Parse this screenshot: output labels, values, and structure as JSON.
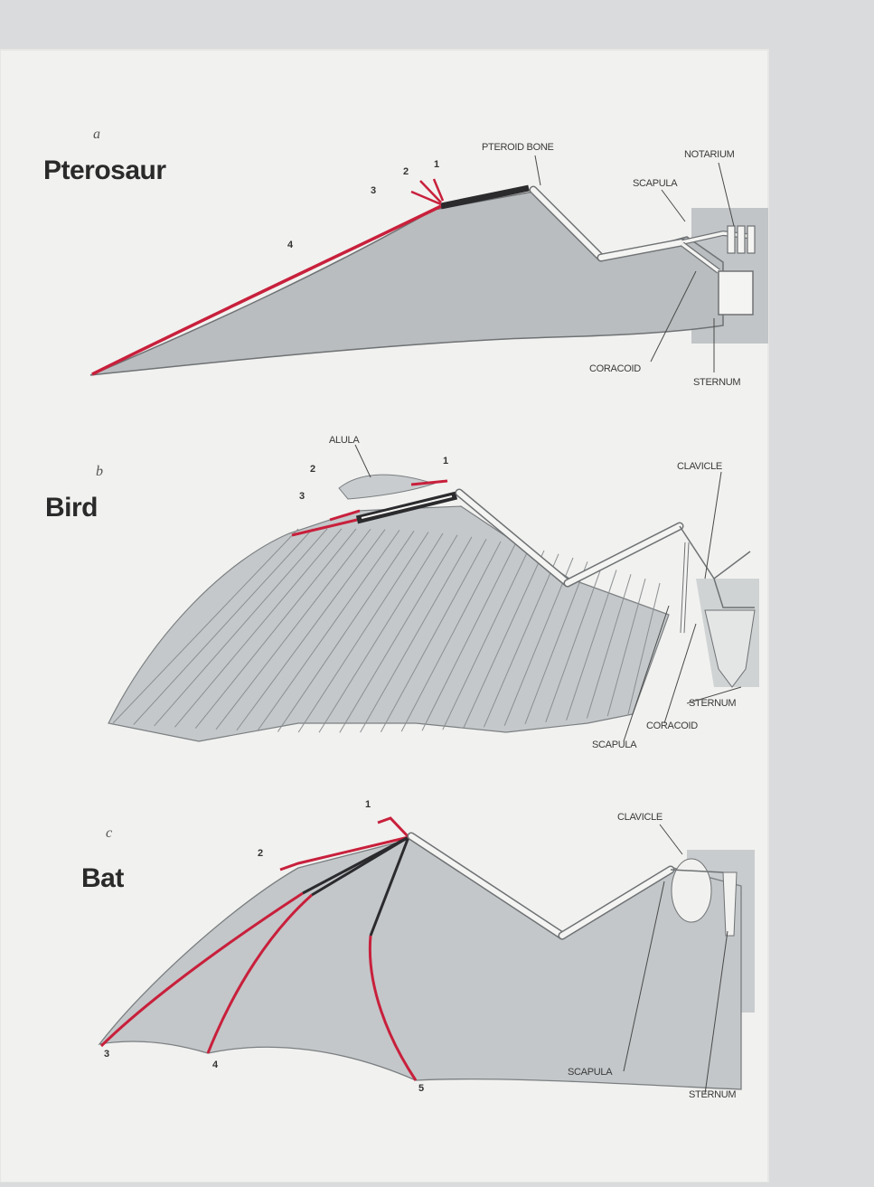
{
  "panels": [
    {
      "letter": "a",
      "title": "Pterosaur",
      "labels": {
        "pteroid": "PTEROID BONE",
        "notarium": "NOTARIUM",
        "scapula": "SCAPULA",
        "coracoid": "CORACOID",
        "sternum": "STERNUM"
      },
      "digits": [
        "1",
        "2",
        "3",
        "4"
      ]
    },
    {
      "letter": "b",
      "title": "Bird",
      "labels": {
        "alula": "ALULA",
        "clavicle": "CLAVICLE",
        "sternum": "STERNUM",
        "coracoid": "CORACOID",
        "scapula": "SCAPULA"
      },
      "digits": [
        "1",
        "2",
        "3"
      ]
    },
    {
      "letter": "c",
      "title": "Bat",
      "labels": {
        "clavicle": "CLAVICLE",
        "scapula": "SCAPULA",
        "sternum": "STERNUM"
      },
      "digits": [
        "1",
        "2",
        "3",
        "4",
        "5"
      ]
    }
  ],
  "colors": {
    "paper": "#f2f2f0",
    "membrane": "#b9bdbf",
    "feather": "#c4c8ca",
    "bone": "#f4f4f2",
    "highlight": "#c8203c",
    "dark_bone": "#2b2b2e",
    "ink": "#3a3a3a"
  }
}
